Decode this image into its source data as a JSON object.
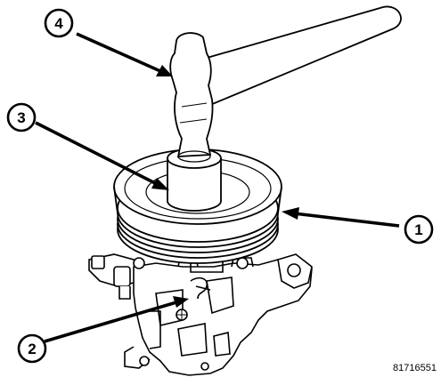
{
  "callouts": [
    {
      "id": "callout-1",
      "label": "1"
    },
    {
      "id": "callout-2",
      "label": "2"
    },
    {
      "id": "callout-3",
      "label": "3"
    },
    {
      "id": "callout-4",
      "label": "4"
    }
  ],
  "figure_id": "81716551",
  "colors": {
    "line": "#000000",
    "background": "#ffffff",
    "shade": "#d9d9d9"
  }
}
